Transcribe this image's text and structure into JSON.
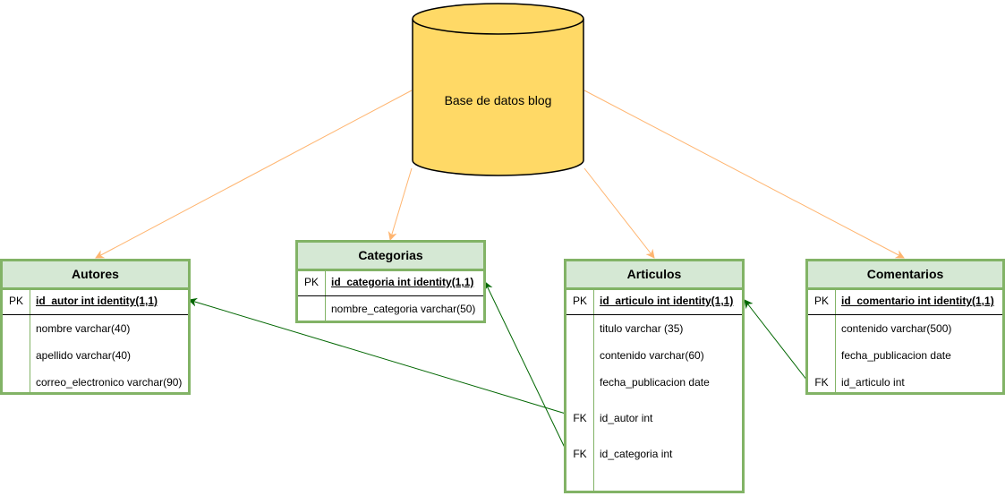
{
  "database": {
    "label": "Base de datos blog"
  },
  "tables": {
    "autores": {
      "title": "Autores",
      "pk": {
        "key": "PK",
        "field": "id_autor int identity(1,1)"
      },
      "fields": [
        "nombre varchar(40)",
        "apellido varchar(40)",
        "correo_electronico varchar(90)"
      ]
    },
    "categorias": {
      "title": "Categorias",
      "pk": {
        "key": "PK",
        "field": "id_categoria int identity(1,1)"
      },
      "fields": [
        "nombre_categoria varchar(50)"
      ]
    },
    "articulos": {
      "title": "Articulos",
      "pk": {
        "key": "PK",
        "field": "id_articulo int identity(1,1)"
      },
      "fields": [
        "titulo varchar (35)",
        "contenido varchar(60)",
        "fecha_publicacion date"
      ],
      "fks": [
        {
          "key": "FK",
          "field": "id_autor int"
        },
        {
          "key": "FK",
          "field": "id_categoria int"
        }
      ]
    },
    "comentarios": {
      "title": "Comentarios",
      "pk": {
        "key": "PK",
        "field": "id_comentario int identity(1,1)"
      },
      "fields": [
        "contenido varchar(500)",
        "fecha_publicacion date"
      ],
      "fks": [
        {
          "key": "FK",
          "field": "id_articulo int"
        }
      ]
    }
  },
  "colors": {
    "table_border": "#82b366",
    "table_header": "#d5e8d4",
    "database_fill": "#ffd966",
    "database_stroke": "#000000",
    "orange_connector": "#ffb570",
    "fk_connector": "#006600"
  }
}
